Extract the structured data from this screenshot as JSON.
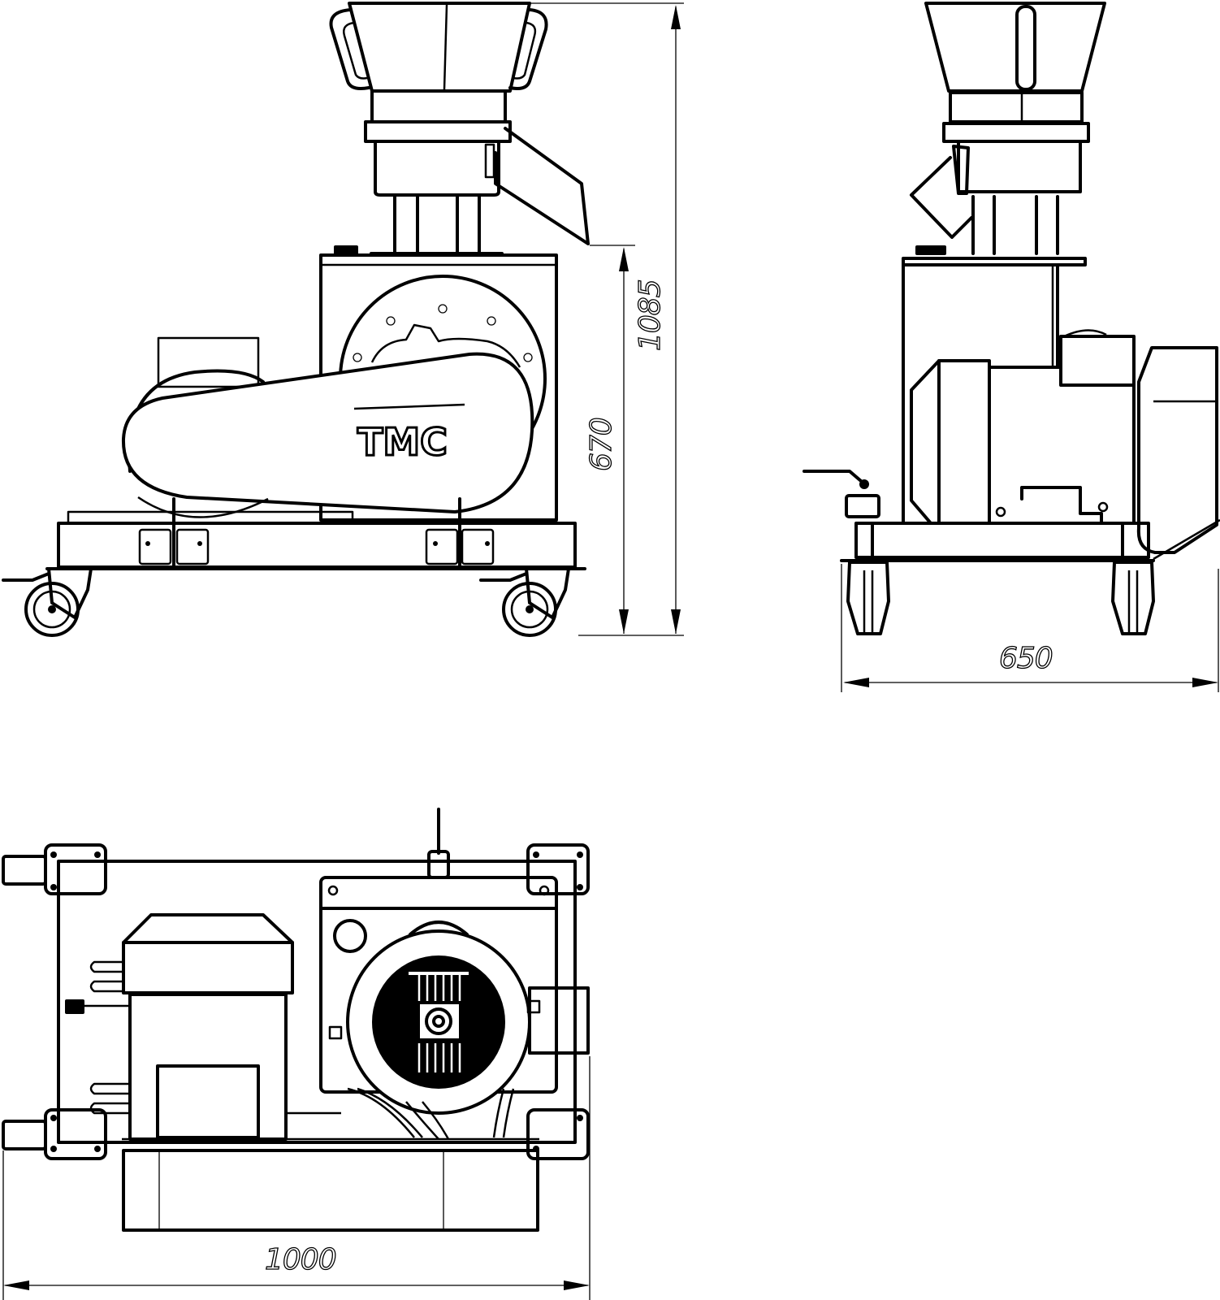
{
  "drawing": {
    "type": "technical orthographic drawing",
    "subject": "pellet mill machine on casters",
    "views": [
      {
        "name": "front-view",
        "label": "Front elevation with hopper, belt guard and motor"
      },
      {
        "name": "side-view",
        "label": "Side elevation with hopper, motor and valve"
      },
      {
        "name": "top-view",
        "label": "Plan view with die, motor and frame"
      }
    ],
    "logo_text": "TMC"
  },
  "dimensions": {
    "overall_height": "1085",
    "table_height": "670",
    "width": "650",
    "length": "1000"
  },
  "colors": {
    "line": "#000000",
    "background": "#ffffff"
  }
}
